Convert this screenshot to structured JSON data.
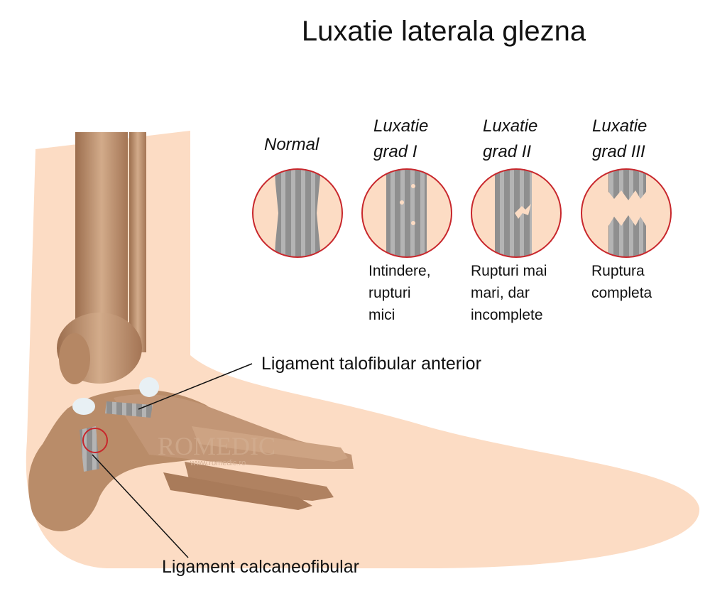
{
  "title": "Luxatie laterala glezna",
  "grades": [
    {
      "label_lines": [
        "Normal"
      ],
      "description_lines": []
    },
    {
      "label_lines": [
        "Luxatie",
        "grad I"
      ],
      "description_lines": [
        "Intindere,",
        "rupturi",
        "mici"
      ]
    },
    {
      "label_lines": [
        "Luxatie",
        "grad II"
      ],
      "description_lines": [
        "Rupturi mai",
        "mari, dar",
        "incomplete"
      ]
    },
    {
      "label_lines": [
        "Luxatie",
        "grad III"
      ],
      "description_lines": [
        "Ruptura",
        "completa"
      ]
    }
  ],
  "labels": {
    "anterior": "Ligament talofibular anterior",
    "calcaneo": "Ligament calcaneofibular"
  },
  "watermark": {
    "brand": "ROMEDIC",
    "url": "www.romedic.ro"
  },
  "colors": {
    "skin": "#fcdcc4",
    "bone": "#b98c69",
    "ligament": "#9a9a9a",
    "ring": "#c8272c"
  }
}
